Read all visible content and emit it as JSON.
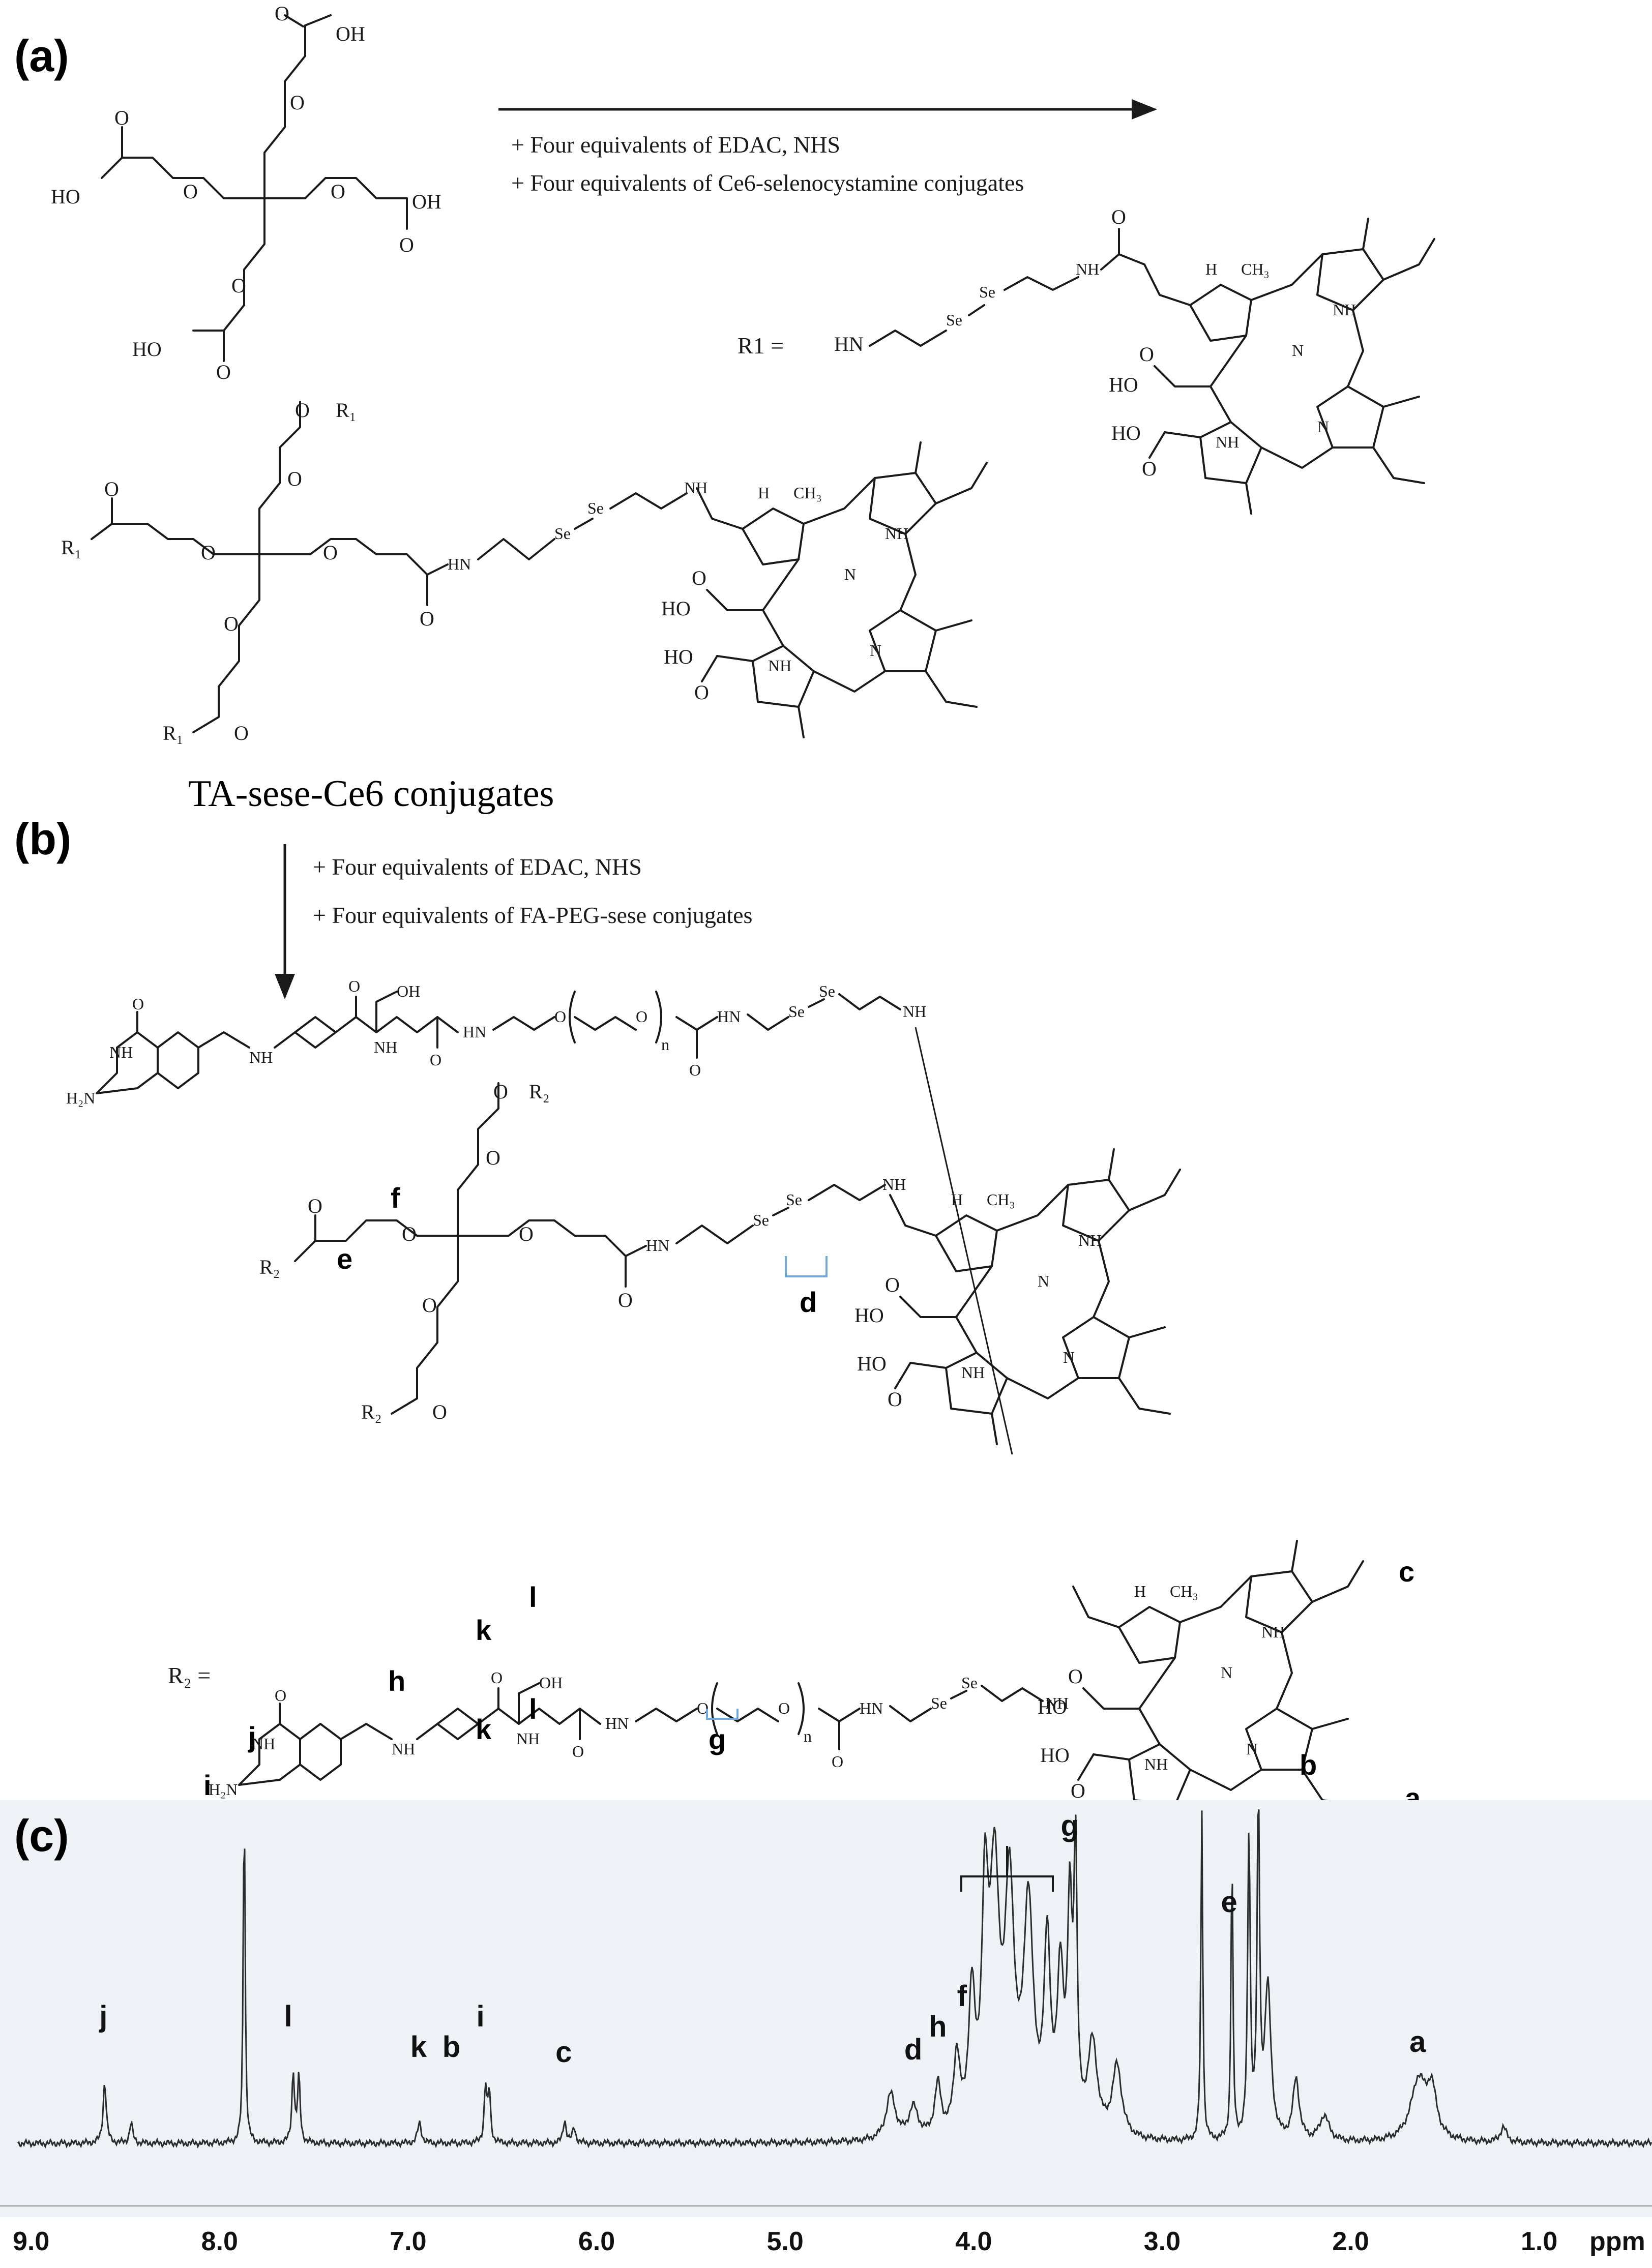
{
  "panel_labels": {
    "a": "(a)",
    "b": "(b)",
    "c": "(c)"
  },
  "reaction_a": {
    "reagent_1": "+ Four equivalents of EDAC, NHS",
    "reagent_2": "+ Four equivalents of Ce6-selenocystamine conjugates",
    "r1_label": "R1 =",
    "product_name": "TA-sese-Ce6 conjugates"
  },
  "reaction_b": {
    "reagent_1": "+ Four equivalents of EDAC, NHS",
    "reagent_2": "+ Four equivalents of FA-PEG-sese conjugates",
    "r2_label": "R₂ ="
  },
  "structure_labels": {
    "OH": "OH",
    "HO": "HO",
    "O": "O",
    "NH": "NH",
    "HN": "HN",
    "N": "N",
    "H": "H",
    "CH3": "CH₃",
    "Se": "Se",
    "R1": "R₁",
    "R2": "R₂",
    "H2N": "H₂N",
    "n": "n"
  },
  "assignment_letters": [
    "a",
    "b",
    "c",
    "d",
    "e",
    "f",
    "g",
    "h",
    "i",
    "j",
    "k",
    "l"
  ],
  "nmr": {
    "axis_unit": "ppm",
    "x_ticks": [
      "9.0",
      "8.0",
      "7.0",
      "6.0",
      "5.0",
      "4.0",
      "3.0",
      "2.0",
      "1.0"
    ],
    "peak_labels": [
      {
        "label": "j",
        "ppm": 8.6
      },
      {
        "label": "l",
        "ppm": 7.62
      },
      {
        "label": "k",
        "ppm": 6.95
      },
      {
        "label": "b",
        "ppm": 6.78
      },
      {
        "label": "i",
        "ppm": 6.6
      },
      {
        "label": "c",
        "ppm": 6.18
      },
      {
        "label": "d",
        "ppm": 4.33
      },
      {
        "label": "h",
        "ppm": 4.2
      },
      {
        "label": "f",
        "ppm": 4.05
      },
      {
        "label": "g",
        "ppm": 3.5
      },
      {
        "label": "e",
        "ppm": 2.65
      },
      {
        "label": "a",
        "ppm": 1.65
      }
    ],
    "background_color": "#eef2f6",
    "trace_color": "#2b2b2b"
  }
}
